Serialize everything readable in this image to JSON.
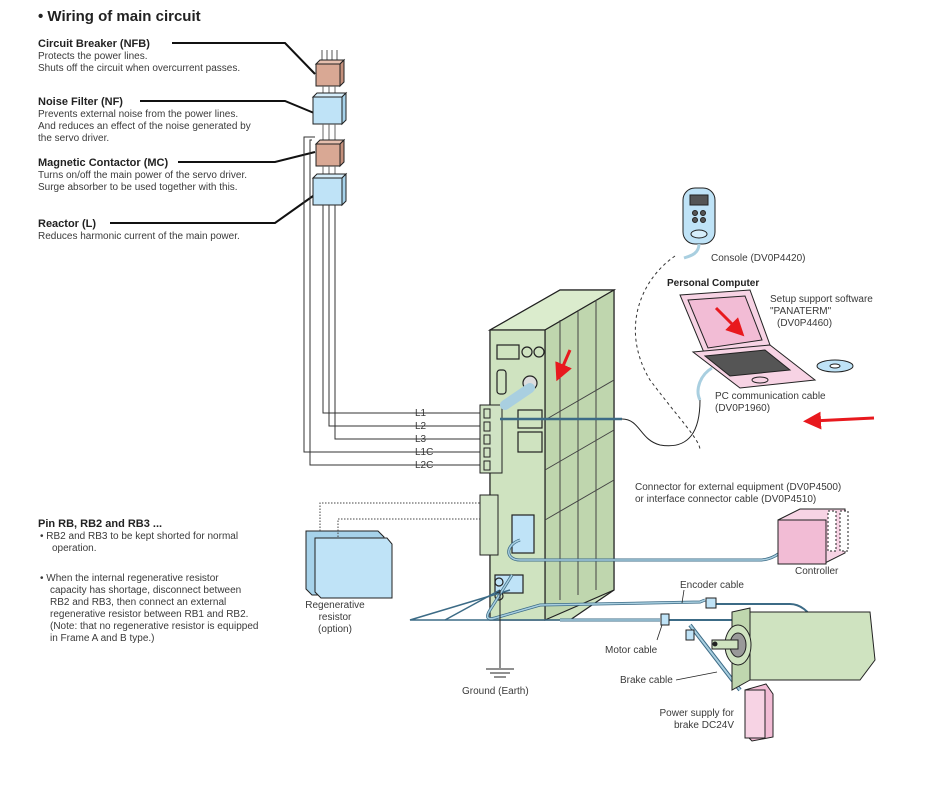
{
  "title": "• Wiring of main circuit",
  "components": {
    "nfb": {
      "heading": "Circuit Breaker (NFB)",
      "lines": [
        "Protects the power lines.",
        "Shuts off the circuit when overcurrent passes."
      ]
    },
    "nf": {
      "heading": "Noise Filter (NF)",
      "lines": [
        "Prevents external noise from the power lines.",
        "And reduces an effect of the noise generated by",
        "the servo driver."
      ]
    },
    "mc": {
      "heading": "Magnetic Contactor (MC)",
      "lines": [
        "Turns on/off the main power of the servo driver.",
        "Surge absorber to be used together with this."
      ]
    },
    "reactor": {
      "heading": "Reactor (L)",
      "lines": [
        "Reduces harmonic current of the main power."
      ]
    }
  },
  "terminals": [
    "L1",
    "L2",
    "L3",
    "L1C",
    "L2C"
  ],
  "pin_note": {
    "heading": "Pin RB, RB2 and RB3 ...",
    "bullet1": [
      "• RB2 and RB3 to be kept shorted for normal",
      "operation."
    ],
    "bullet2": [
      "• When the internal regenerative resistor",
      "capacity has shortage, disconnect between",
      "RB2 and RB3, then connect an external",
      "regenerative resistor between RB1 and RB2.",
      "(Note: that no regenerative resistor is equipped",
      "in Frame A and B type.)"
    ]
  },
  "labels": {
    "console": "Console (DV0P4420)",
    "personal_computer": "Personal Computer",
    "software": [
      "Setup support software",
      "\"PANATERM\"",
      "(DV0P4460)"
    ],
    "pc_cable": [
      "PC communication cable",
      "(DV0P1960)"
    ],
    "connector": [
      "Connector for external equipment (DV0P4500)",
      "or interface connector cable (DV0P4510)"
    ],
    "controller": "Controller",
    "encoder_cable": "Encoder cable",
    "motor_cable": "Motor cable",
    "brake_cable": "Brake cable",
    "power_supply": [
      "Power supply for",
      "brake DC24V"
    ],
    "regen": [
      "Regenerative",
      "resistor",
      "(option)"
    ],
    "ground": "Ground (Earth)"
  },
  "colors": {
    "device_green": "#cfe3c0",
    "filter_blue": "#bfe3f7",
    "breaker_brown": "#d9a894",
    "pc_pink": "#f7d3e4",
    "arrow_red": "#e8191e",
    "cable_blue": "#a9cfe0"
  }
}
